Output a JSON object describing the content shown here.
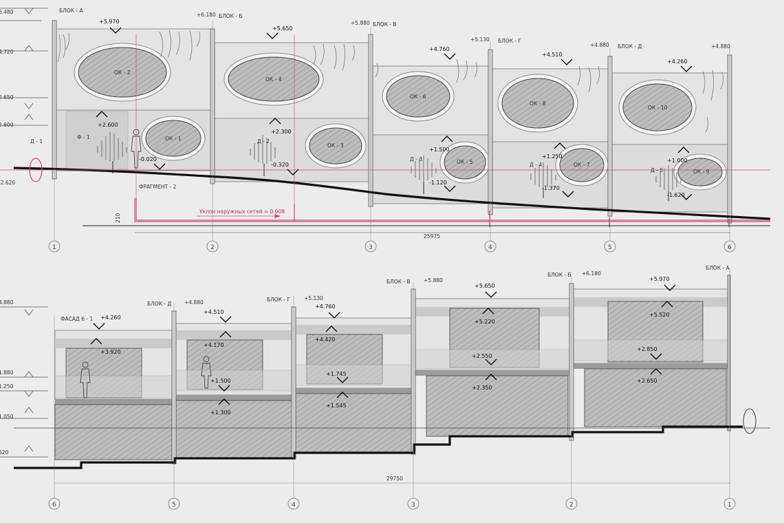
{
  "colors": {
    "background": "#ececec",
    "accent": "#d0456a",
    "ground": "#111111",
    "wall": "#e4e4e4",
    "glass": "#b8b8b8"
  },
  "top_facade": {
    "blocks": [
      {
        "label": "БЛОК - А",
        "mark": "6.480"
      },
      {
        "label": "БЛОК - Б",
        "mark": "+6.180"
      },
      {
        "label": "БЛОК - В",
        "mark": "+5.880"
      },
      {
        "label": "БЛОК - Г",
        "mark": "+5.130"
      },
      {
        "label": "БЛОК - Д",
        "mark": "+4.880"
      },
      {
        "mark": "+4.880"
      }
    ],
    "roof_marks": [
      "+5.970",
      "+5.650",
      "+4.760",
      "+4.510",
      "+4.260"
    ],
    "floor_marks": [
      "+2.600",
      "+2.300",
      "+1.500",
      "+1.250",
      "+1.000"
    ],
    "ground_marks": [
      "-0.020",
      "-0.320",
      "-1.120",
      "-1.370",
      "-1.620"
    ],
    "windows": [
      "ОК - 2",
      "ОК - 1",
      "ОК - 4",
      "ОК - 3",
      "ОК - 6",
      "ОК - 5",
      "ОК - 8",
      "ОК - 7",
      "ОК - 10",
      "ОК - 9"
    ],
    "doors": [
      "Д - 1",
      "Д - 2",
      "Д - 3",
      "Д - 4",
      "Д - 5"
    ],
    "left_levels": [
      "6.480",
      "4.720",
      "2.650",
      "2.600",
      "-2.620"
    ],
    "misc": {
      "f1": "Ф - 1",
      "fragment": "ФРАГМЕНТ - 2",
      "slope": "Уклон наружных сетей = 0.008",
      "dim_small": "210",
      "dim": "25975"
    },
    "axes": [
      "1",
      "2",
      "3",
      "4",
      "5",
      "6"
    ]
  },
  "bottom_facade": {
    "title": "ФАСАД 6 - 1",
    "blocks": [
      {
        "label": "БЛОК - Д",
        "mark": "+4.880"
      },
      {
        "label": "БЛОК - Г",
        "mark": "+5.130"
      },
      {
        "label": "БЛОК - В",
        "mark": "+5.880"
      },
      {
        "label": "БЛОК - Б",
        "mark": "+6.180"
      },
      {
        "label": "БЛОК - А"
      }
    ],
    "roof_marks": [
      "+4.260",
      "+4.510",
      "+4.760",
      "+5.650",
      "+5.970"
    ],
    "marks_a": [
      "+3.920",
      "+4.170",
      "+4.420",
      "+5.220",
      "+5.520"
    ],
    "marks_b": [
      "+1.500",
      "+1.745",
      "+2.550",
      "+2.850"
    ],
    "marks_c": [
      "+1.300",
      "+1.545",
      "+2.350",
      "+2.650"
    ],
    "left_levels": [
      "4.880",
      "1.880",
      "1.250",
      "1.050",
      "620"
    ],
    "dim": "29750",
    "axes": [
      "6",
      "5",
      "4",
      "3",
      "2",
      "1"
    ]
  }
}
